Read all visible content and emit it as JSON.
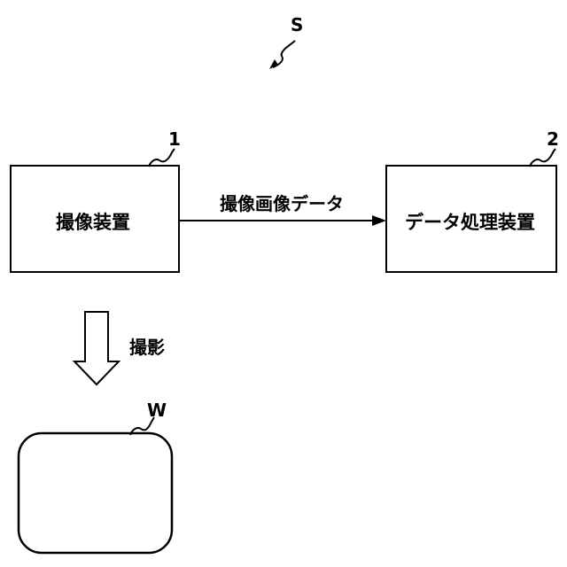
{
  "system_ref": "S",
  "imaging_device": {
    "ref": "1",
    "label": "撮像装置"
  },
  "data_processor": {
    "ref": "2",
    "label": "データ処理装置"
  },
  "data_arrow": {
    "label": "撮像画像データ"
  },
  "capture_arrow": {
    "label": "撮影"
  },
  "workpiece": {
    "ref": "W"
  },
  "colors": {
    "stroke": "#000000",
    "background": "#ffffff"
  }
}
